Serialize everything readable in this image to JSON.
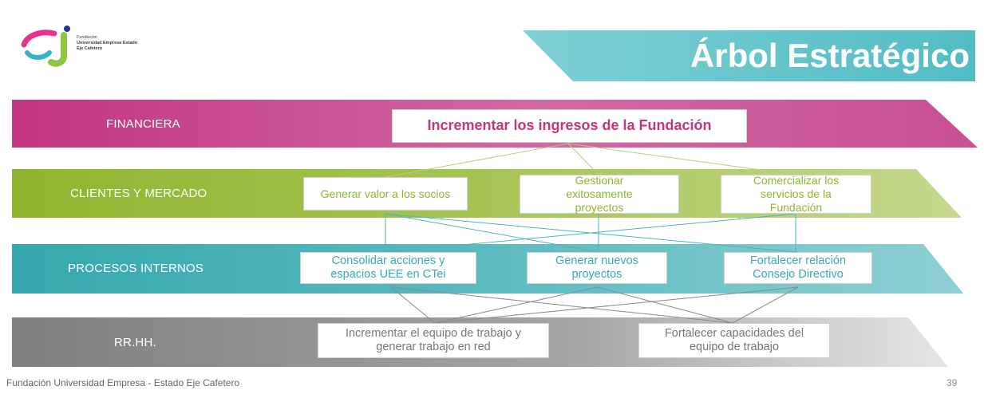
{
  "title": "Árbol Estratégico",
  "logo": {
    "line1": "Fundación",
    "line2": "Universidad Empresa Estado",
    "line3": "Eje Cafetero"
  },
  "bands": {
    "financiera": "FINANCIERA",
    "clientes": "CLIENTES Y MERCADO",
    "procesos": "PROCESOS INTERNOS",
    "rrhh": "RR.HH."
  },
  "nodes": {
    "ingresos": "Incrementar los ingresos de la Fundación",
    "valor": "Generar valor a los socios",
    "gestionar": "Gestionar exitosamente proyectos",
    "comercializar": "Comercializar los servicios de la Fundación",
    "consolidar": "Consolidar acciones y espacios UEE en CTei",
    "nuevos": "Generar nuevos proyectos",
    "relacion": "Fortalecer relación Consejo Directivo",
    "equipo": "Incrementar el equipo de trabajo y generar trabajo en red",
    "capacidades": "Fortalecer capacidades del equipo de trabajo"
  },
  "footer": "Fundación Universidad Empresa - Estado Eje Cafetero",
  "page_number": "39",
  "colors": {
    "financiera": "#c2357f",
    "clientes": "#94b83a",
    "procesos": "#3aaab0",
    "rrhh": "#8c8c8c",
    "title_banner": "#5cc1c7"
  }
}
